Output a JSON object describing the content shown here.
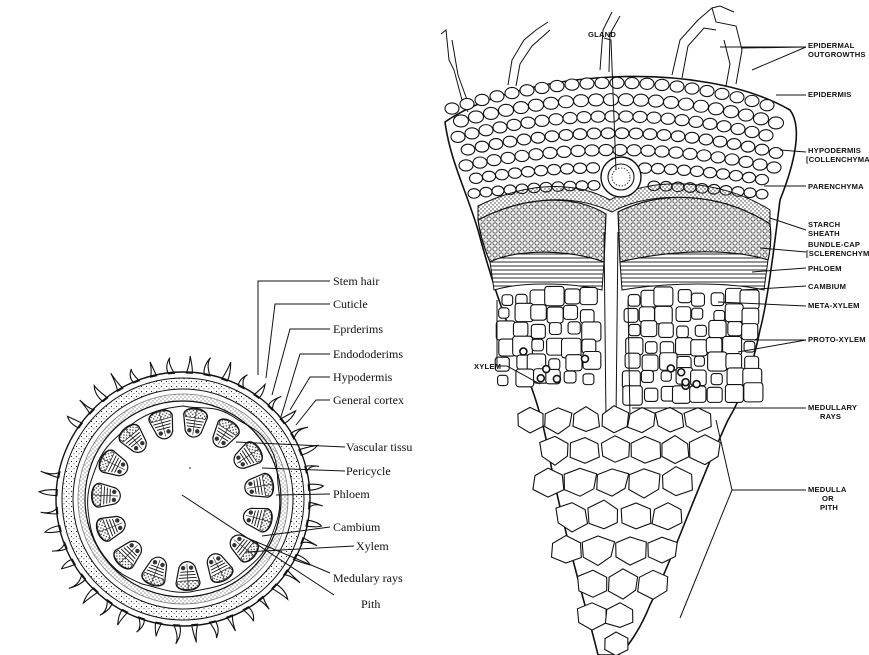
{
  "left_diagram": {
    "labels": [
      {
        "id": "stem-hair",
        "text": "Stem hair"
      },
      {
        "id": "cuticle",
        "text": "Cuticle"
      },
      {
        "id": "eprderims",
        "text": "Eprderims"
      },
      {
        "id": "endododerims",
        "text": "Endododerims"
      },
      {
        "id": "hypodermis",
        "text": "Hypodermis"
      },
      {
        "id": "general-cortex",
        "text": "General cortex"
      },
      {
        "id": "vascular-tissue",
        "text": "Vascular tissu"
      },
      {
        "id": "pericycle",
        "text": "Pericycle"
      },
      {
        "id": "phloem",
        "text": "Phloem"
      },
      {
        "id": "cambium",
        "text": "Cambium"
      },
      {
        "id": "xylem",
        "text": "Xylem"
      },
      {
        "id": "medulary-rays",
        "text": "Medulary rays"
      },
      {
        "id": "pith",
        "text": "Pith"
      }
    ]
  },
  "right_diagram": {
    "labels": [
      {
        "id": "gland",
        "text": "GLAND"
      },
      {
        "id": "epidermal",
        "text": "EPIDERMAL"
      },
      {
        "id": "outgrowths",
        "text": "OUTGROWTHS"
      },
      {
        "id": "epidermis",
        "text": "EPIDERMIS"
      },
      {
        "id": "hypodermis",
        "text": "HYPODERMIS"
      },
      {
        "id": "collenchyma",
        "text": "[COLLENCHYMA]"
      },
      {
        "id": "parenchyma",
        "text": "PARENCHYMA"
      },
      {
        "id": "starch",
        "text": "STARCH"
      },
      {
        "id": "sheath",
        "text": "SHEATH"
      },
      {
        "id": "bundle-cap",
        "text": "BUNDLE-CAP"
      },
      {
        "id": "sclerenchyma",
        "text": "[SCLERENCHYMA]"
      },
      {
        "id": "phloem",
        "text": "PHLOEM"
      },
      {
        "id": "cambium",
        "text": "CAMBIUM"
      },
      {
        "id": "meta-xylem",
        "text": "META-XYLEM"
      },
      {
        "id": "proto-xylem",
        "text": "PROTO-XYLEM"
      },
      {
        "id": "xylem",
        "text": "XYLEM"
      },
      {
        "id": "medullary",
        "text": "MEDULLARY"
      },
      {
        "id": "rays",
        "text": "RAYS"
      },
      {
        "id": "medulla",
        "text": "MEDULLA"
      },
      {
        "id": "or",
        "text": "OR"
      },
      {
        "id": "pith",
        "text": "PITH"
      }
    ]
  }
}
